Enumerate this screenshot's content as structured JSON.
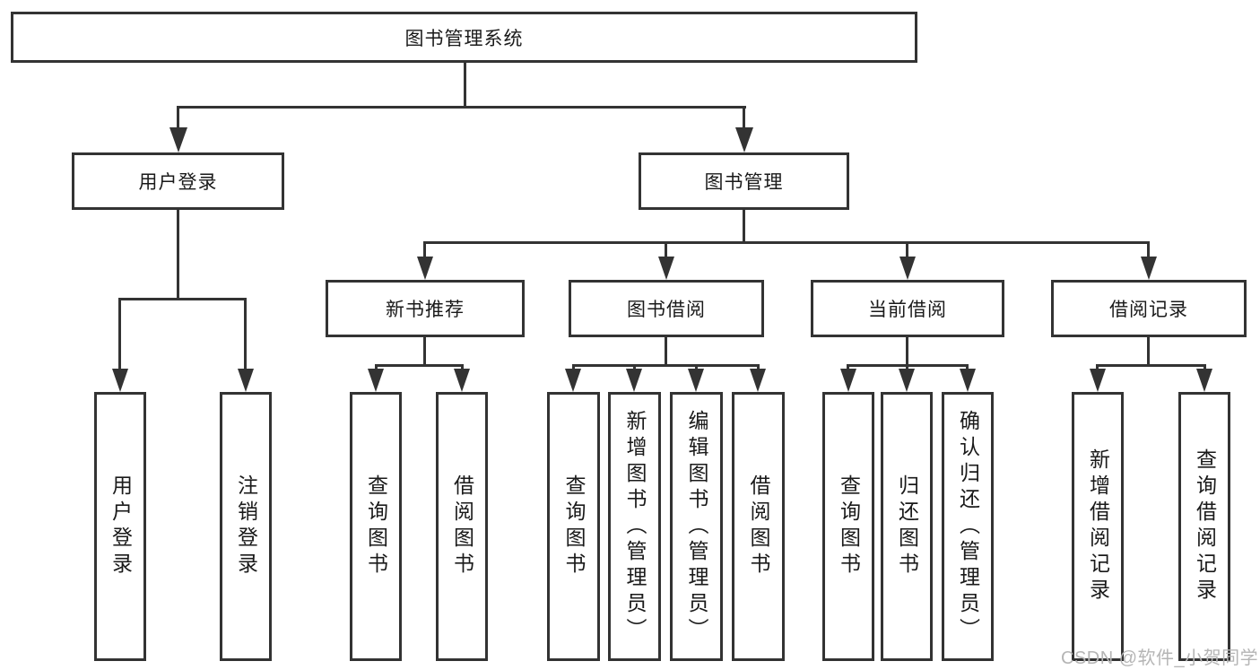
{
  "tree": {
    "label": "图书管理系统",
    "children": [
      {
        "label": "用户登录",
        "children": [
          {
            "label": "用户登录"
          },
          {
            "label": "注销登录"
          }
        ]
      },
      {
        "label": "图书管理",
        "children": [
          {
            "label": "新书推荐",
            "children": [
              {
                "label": "查询图书"
              },
              {
                "label": "借阅图书"
              }
            ]
          },
          {
            "label": "图书借阅",
            "children": [
              {
                "label": "查询图书"
              },
              {
                "label": "新增图书（管理员）"
              },
              {
                "label": "编辑图书（管理员）"
              },
              {
                "label": "借阅图书"
              }
            ]
          },
          {
            "label": "当前借阅",
            "children": [
              {
                "label": "查询图书"
              },
              {
                "label": "归还图书"
              },
              {
                "label": "确认归还（管理员）"
              }
            ]
          },
          {
            "label": "借阅记录",
            "children": [
              {
                "label": "新增借阅记录"
              },
              {
                "label": "查询借阅记录"
              }
            ]
          }
        ]
      }
    ]
  },
  "watermark": {
    "text": "CSDN @软件_小贺同学"
  },
  "appearance": {
    "line_color": "#333333",
    "text_color": "#1a1a1a",
    "background": "#ffffff",
    "watermark_color": "#b5b5b5"
  }
}
